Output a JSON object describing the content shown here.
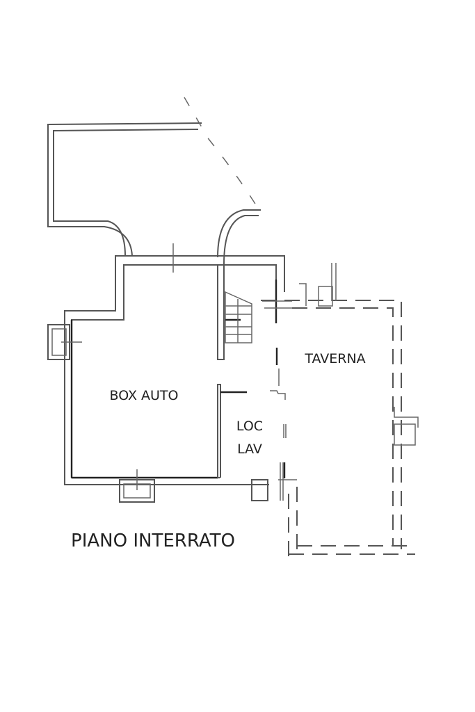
{
  "plan": {
    "title": "PIANO INTERRATO",
    "rooms": {
      "box_auto": "BOX AUTO",
      "taverna": "TAVERNA",
      "loc": "LOC",
      "lav": "LAV"
    }
  },
  "colors": {
    "line": "#555555",
    "text": "#222222",
    "background": "#ffffff"
  }
}
